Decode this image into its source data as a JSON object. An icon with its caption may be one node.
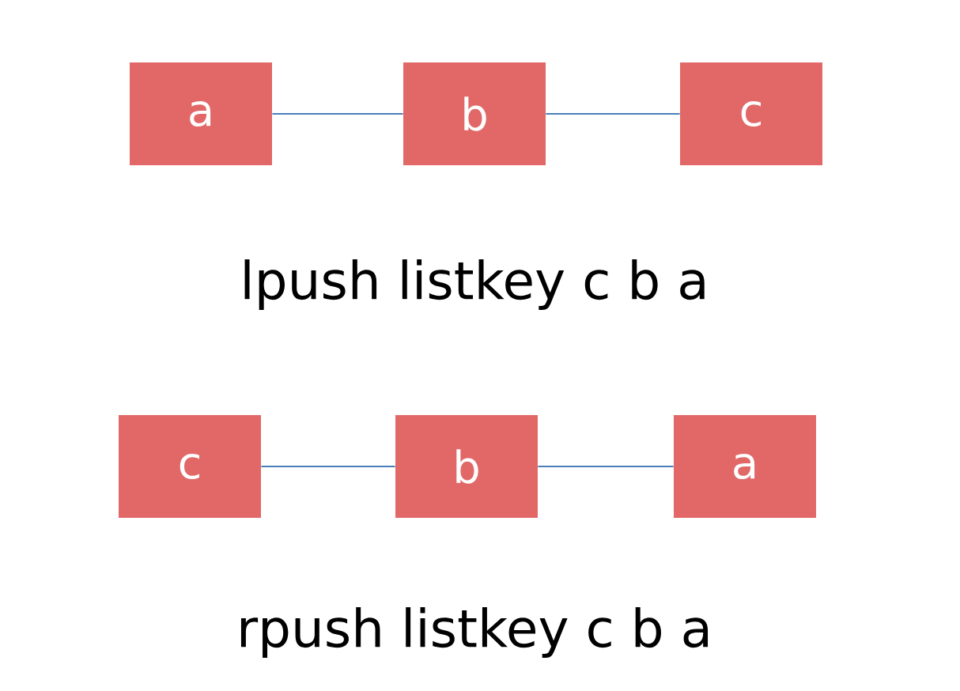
{
  "diagram": {
    "nodes": [
      {
        "text": [
          "a"
        ]
      },
      {
        "text": [
          "b"
        ]
      },
      {
        "text": [
          "c"
        ]
      },
      {
        "text": [
          "c"
        ]
      },
      {
        "text": [
          "b"
        ]
      },
      {
        "text": [
          "a"
        ]
      }
    ],
    "edges": [
      {
        "from": 0,
        "to": 1,
        "arrow": "none"
      },
      {
        "from": 1,
        "to": 2,
        "arrow": "none"
      },
      {
        "from": 3,
        "to": 4,
        "arrow": "none"
      },
      {
        "from": 4,
        "to": 5,
        "arrow": "none"
      }
    ],
    "labels": [
      "lpush listkey c b a",
      "rpush listkey c b a"
    ]
  }
}
